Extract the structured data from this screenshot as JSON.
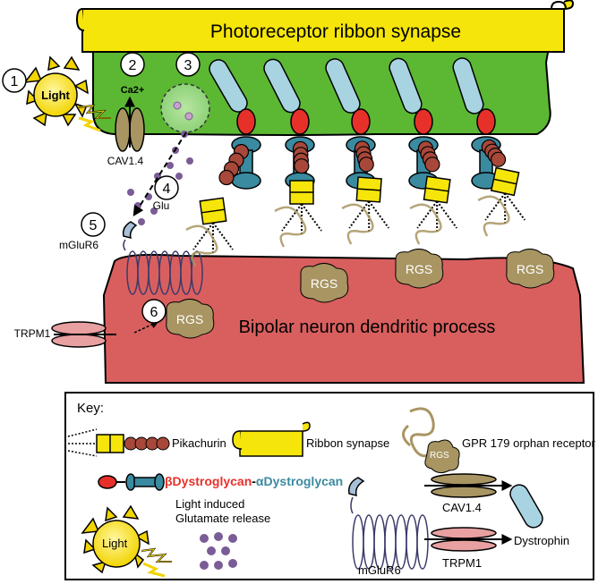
{
  "title": "Photoreceptor ribbon synapse",
  "bipolar_label": "Bipolar neuron dendritic process",
  "steps": [
    "1",
    "2",
    "3",
    "4",
    "5",
    "6"
  ],
  "labels": {
    "light": "Light",
    "ca": "Ca2+",
    "cav": "CAV1.4",
    "glu": "Glu",
    "mglur6": "mGluR6",
    "trpm1": "TRPM1",
    "rgs": "RGS"
  },
  "key": {
    "title": "Key:",
    "pikachurin": "Pikachurin",
    "ribbon": "Ribbon synapse",
    "gpr179": "GPR 179 orphan receptor",
    "beta_dg": "βDystroglycan",
    "dash": "-",
    "alpha_dg": "αDystroglycan",
    "light_release_1": "Light induced",
    "light_release_2": "Glutamate release",
    "light": "Light",
    "rgs": "RGS",
    "cav": "CAV1.4",
    "trpm1": "TRPM1",
    "mglur6": "mGluR6",
    "dystrophin": "Dystrophin"
  },
  "colors": {
    "ribbon": "#f5e50a",
    "photoreceptor": "#5cb833",
    "bipolar": "#d95f5f",
    "beta_dystroglycan": "#e8302a",
    "alpha_dystroglycan": "#3a8aa0",
    "dystrophin": "#a8d4e2",
    "pikachurin_bead": "#a8483a",
    "gpr179": "#a89562",
    "glutamate": "#7a5c96",
    "mglur6": "#a9bfd8"
  }
}
